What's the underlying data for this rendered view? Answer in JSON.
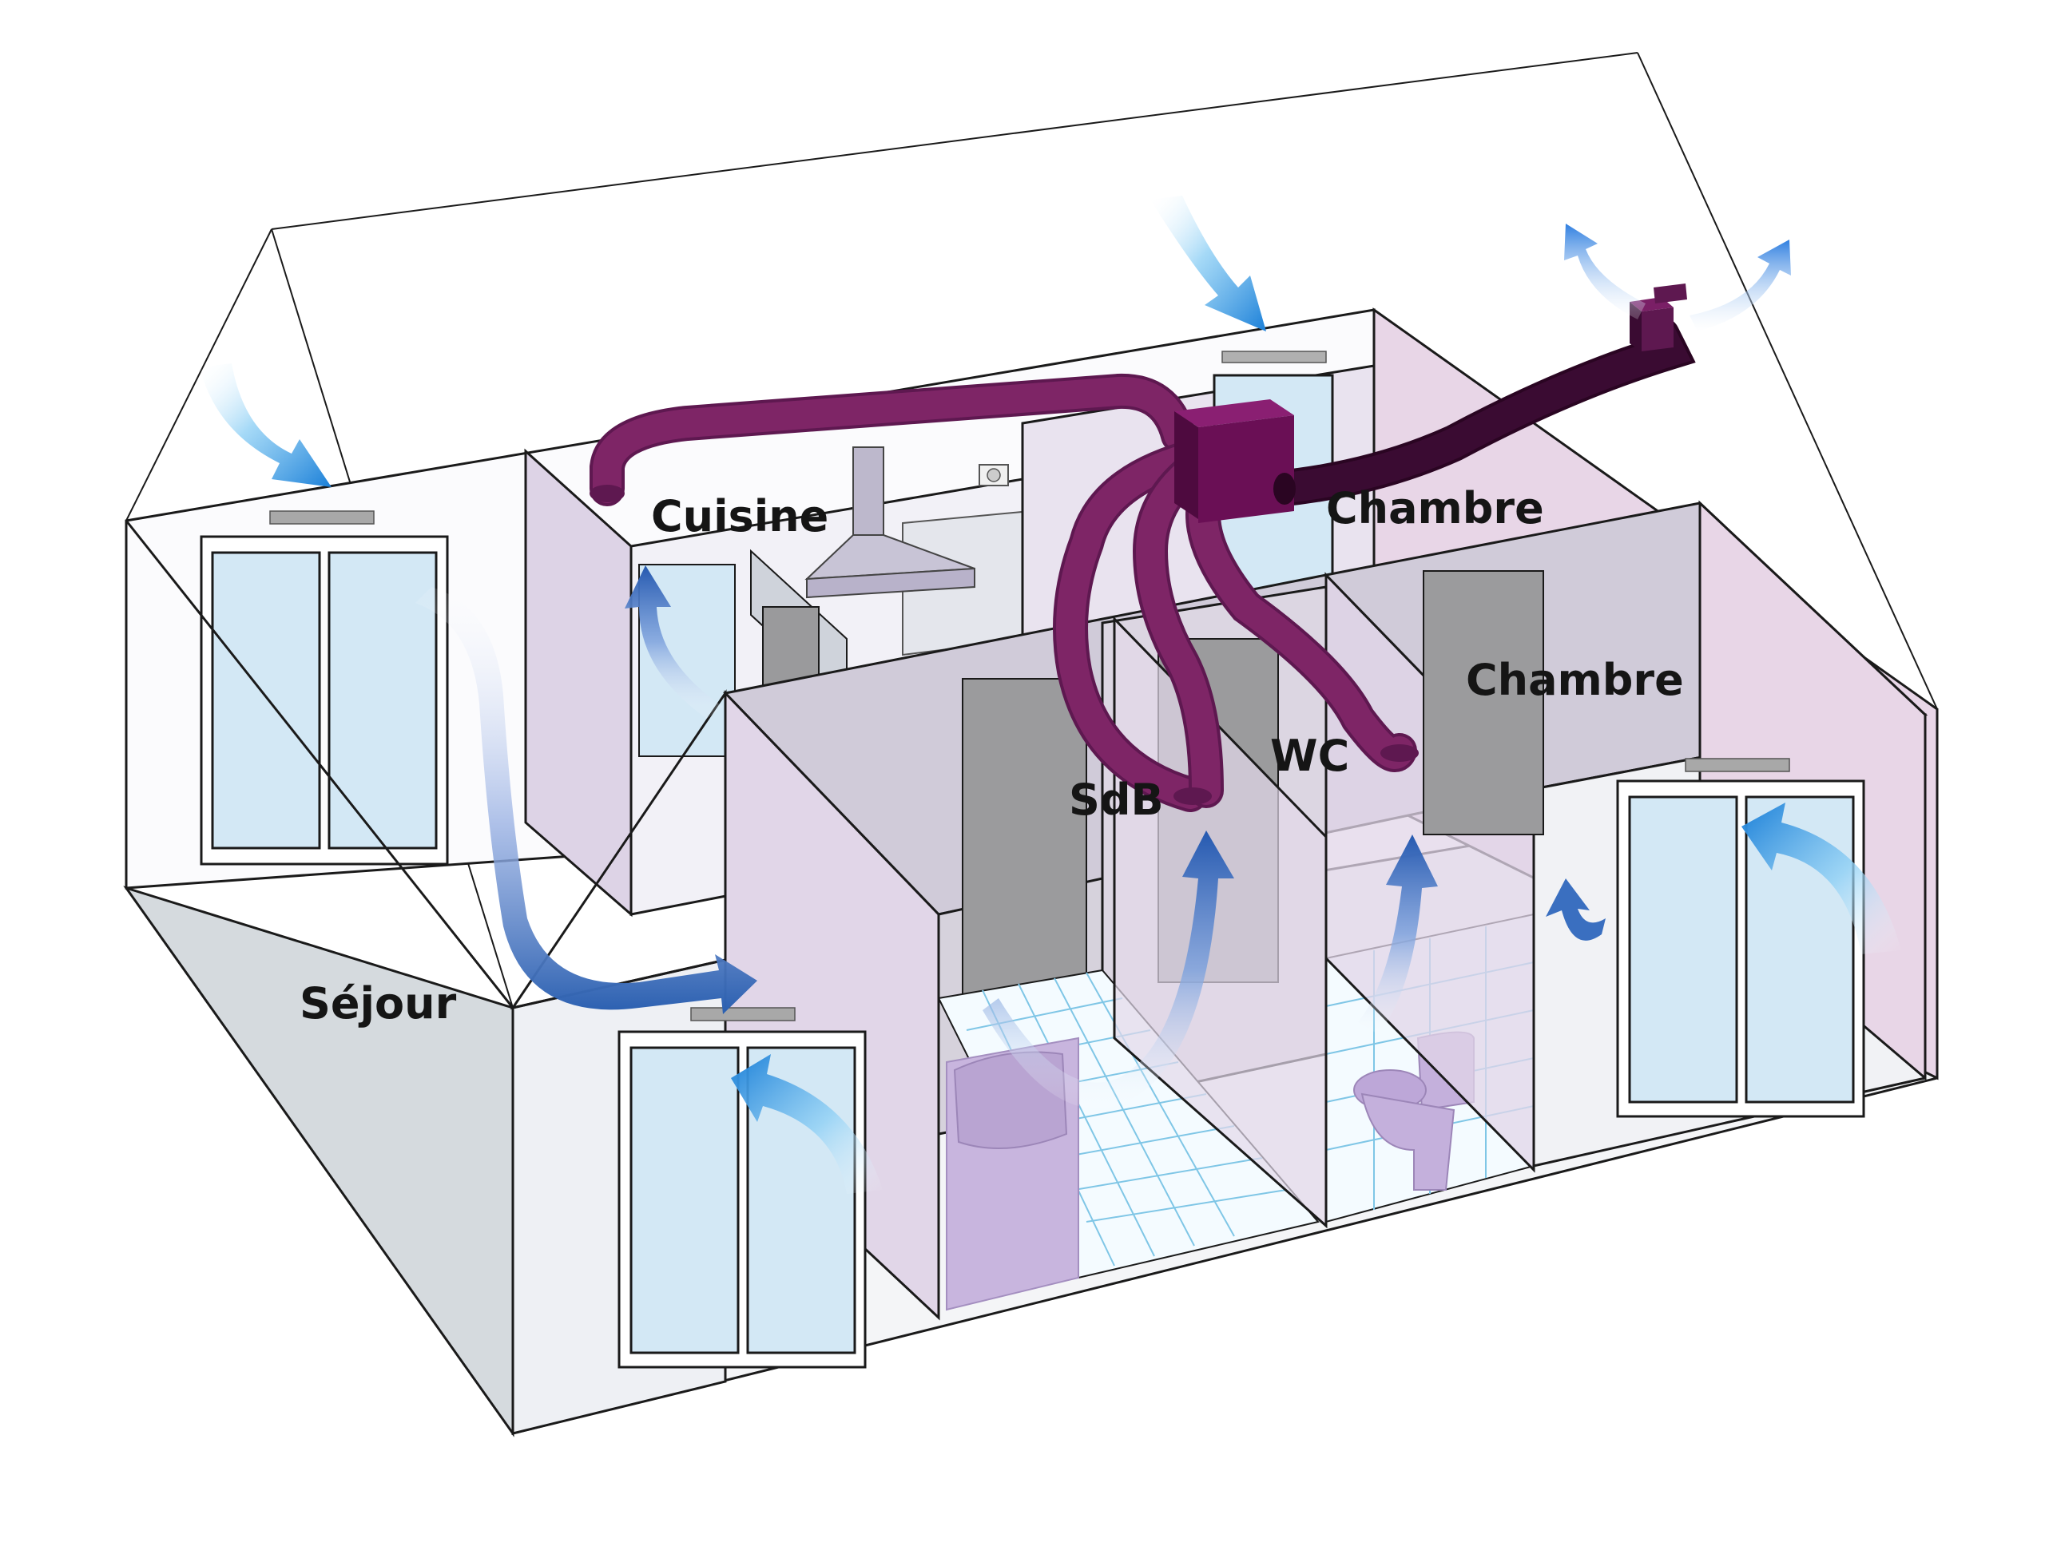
{
  "labels": {
    "kitchen": "Cuisine",
    "bedroom_back": "Chambre",
    "bedroom_front": "Chambre",
    "bathroom": "SdB",
    "wc": "WC",
    "living_room": "Séjour"
  },
  "colors": {
    "duct": "#7e2566",
    "duct_exhaust": "#3a0b32",
    "vmc_unit": "#6a0f55",
    "fresh_air": "#2f8fe0",
    "extract_air": "#2a5fb0",
    "wall_pink": "#e2d0e2",
    "wall_lilac": "#ddd3e6",
    "floor_grey": "#d5dade",
    "window_glass": "#d3e8f5",
    "tile_grid": "#7fc6e6"
  },
  "icons": [
    "window-icon",
    "air-inlet-vent-icon",
    "range-hood-icon",
    "bathtub-icon",
    "toilet-icon",
    "vmc-unit-icon",
    "roof-outlet-icon"
  ]
}
